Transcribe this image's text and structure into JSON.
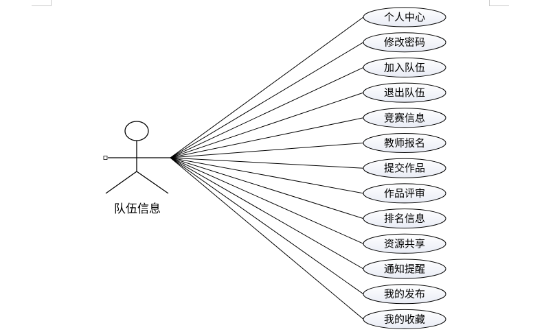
{
  "actor": {
    "name": "队伍信息"
  },
  "use_cases": [
    {
      "label": "个人中心"
    },
    {
      "label": "修改密码"
    },
    {
      "label": "加入队伍"
    },
    {
      "label": "退出队伍"
    },
    {
      "label": "竞赛信息"
    },
    {
      "label": "教师报名"
    },
    {
      "label": "提交作品"
    },
    {
      "label": "作品评审"
    },
    {
      "label": "排名信息"
    },
    {
      "label": "资源共享"
    },
    {
      "label": "通知提醒"
    },
    {
      "label": "我的发布"
    },
    {
      "label": "我的收藏"
    }
  ],
  "colors": {
    "stroke": "#000000",
    "ellipse_fill_top": "#ffffff",
    "ellipse_fill_bottom": "#e9ecf5"
  }
}
